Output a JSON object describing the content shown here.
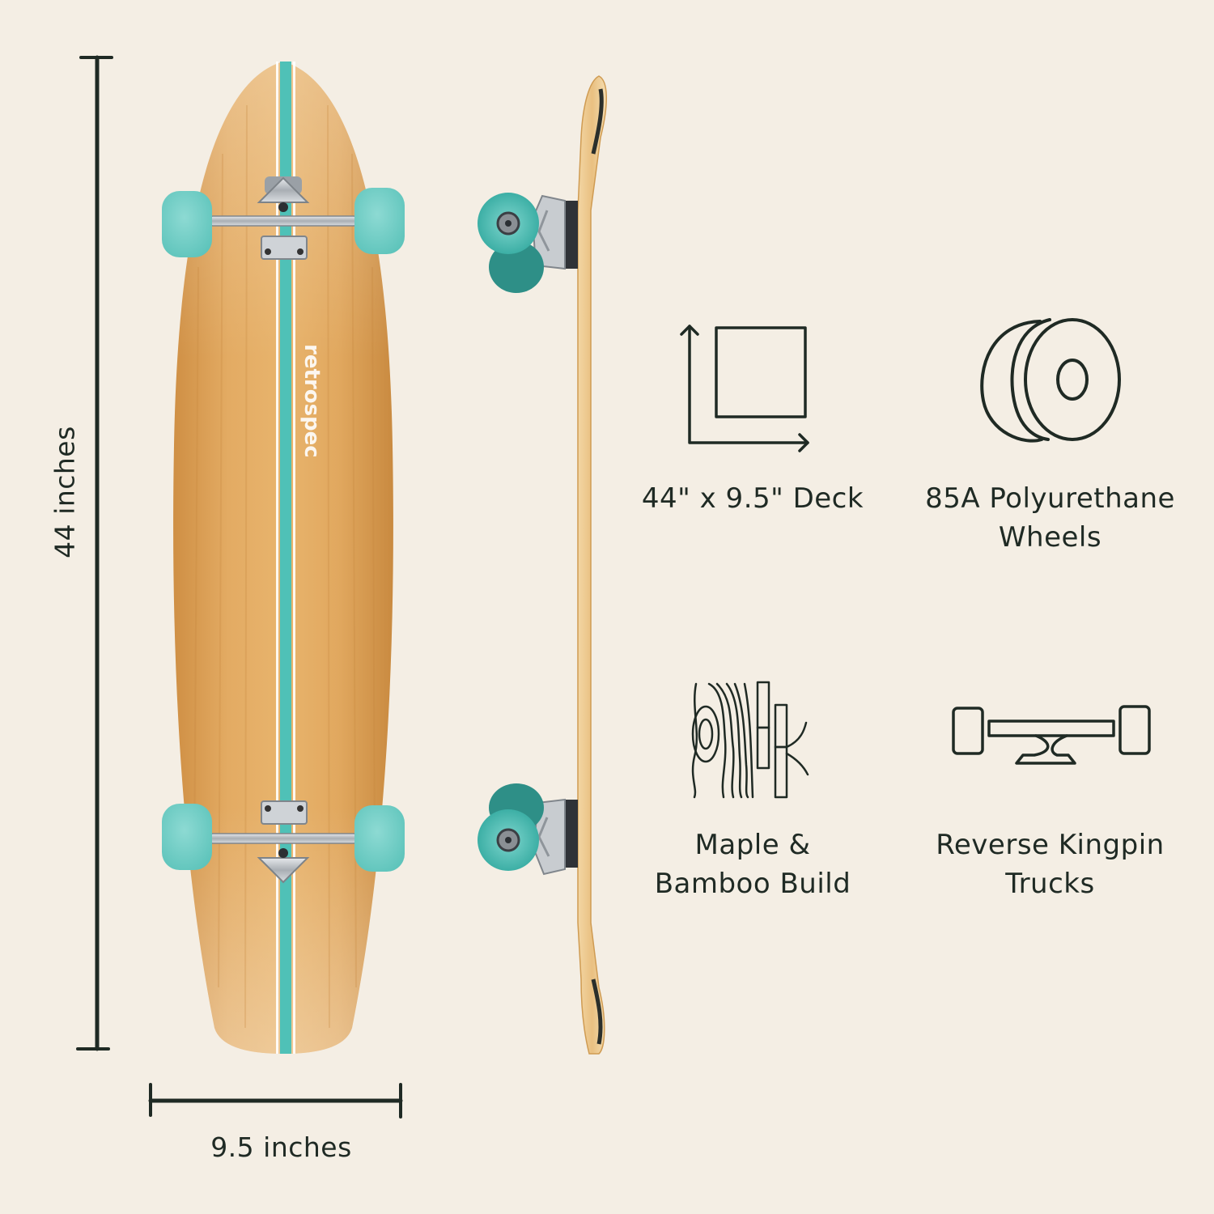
{
  "measurements": {
    "length_label": "44 inches",
    "width_label": "9.5 inches"
  },
  "board": {
    "brand_text": "retrospec",
    "colors": {
      "deck_wood": "#dfa55c",
      "stripe_teal": "#4fc1b7",
      "wheel_teal": "#6fd0c8",
      "truck_metal": "#b9bec4"
    }
  },
  "features": [
    {
      "icon": "deck-dimensions-icon",
      "label": "44\" x 9.5\" Deck"
    },
    {
      "icon": "wheel-icon",
      "label": "85A Polyurethane\nWheels"
    },
    {
      "icon": "maple-bamboo-icon",
      "label": "Maple &\nBamboo Build"
    },
    {
      "icon": "reverse-kingpin-truck-icon",
      "label": "Reverse Kingpin\nTrucks"
    }
  ],
  "colors": {
    "background": "#f4eee4",
    "ink": "#1f2a24"
  }
}
